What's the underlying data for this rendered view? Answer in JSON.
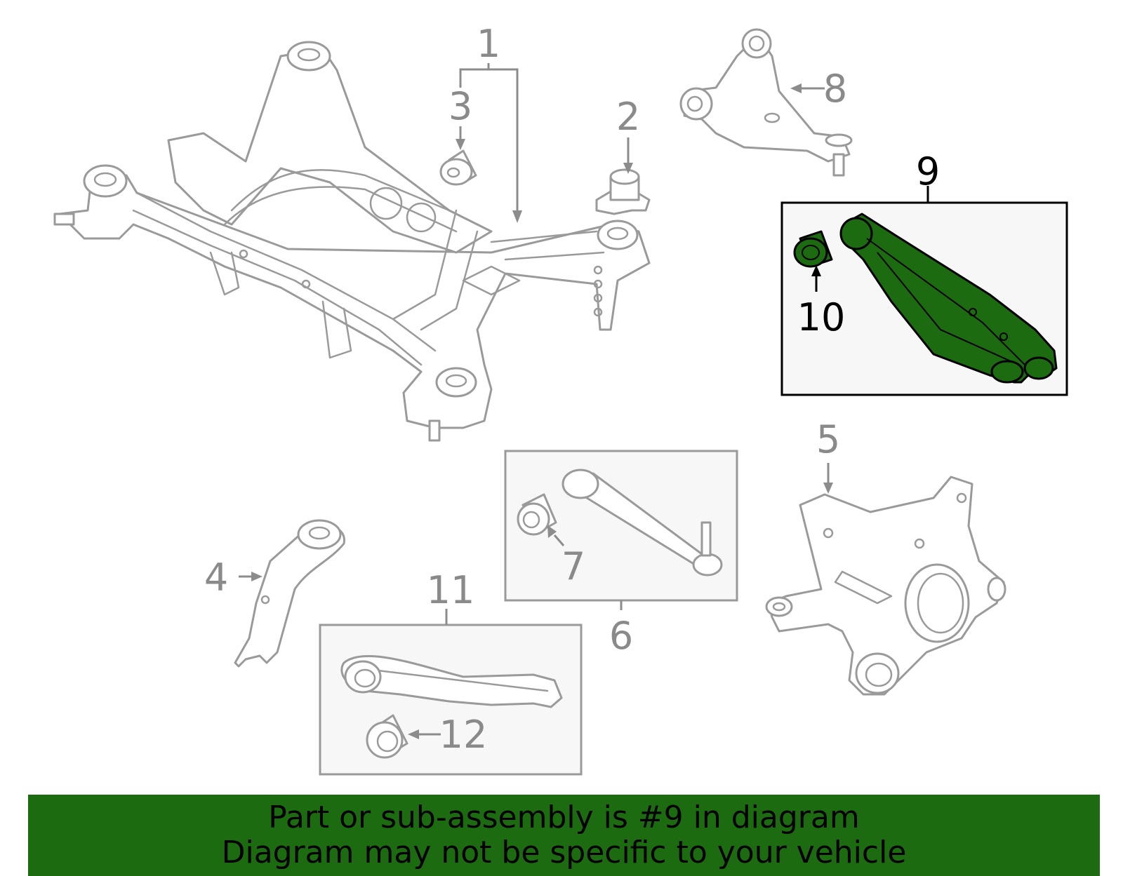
{
  "callouts": {
    "c1": "1",
    "c2": "2",
    "c3": "3",
    "c4": "4",
    "c5": "5",
    "c6": "6",
    "c7": "7",
    "c8": "8",
    "c9": "9",
    "c10": "10",
    "c11": "11",
    "c12": "12"
  },
  "colors": {
    "highlight": "#1c6b10",
    "outline": "#9a9a9a",
    "banner_text": "#000000"
  },
  "banner": {
    "line1": "Part or sub-assembly is #9 in diagram",
    "line2": "Diagram may not be specific to your vehicle"
  }
}
